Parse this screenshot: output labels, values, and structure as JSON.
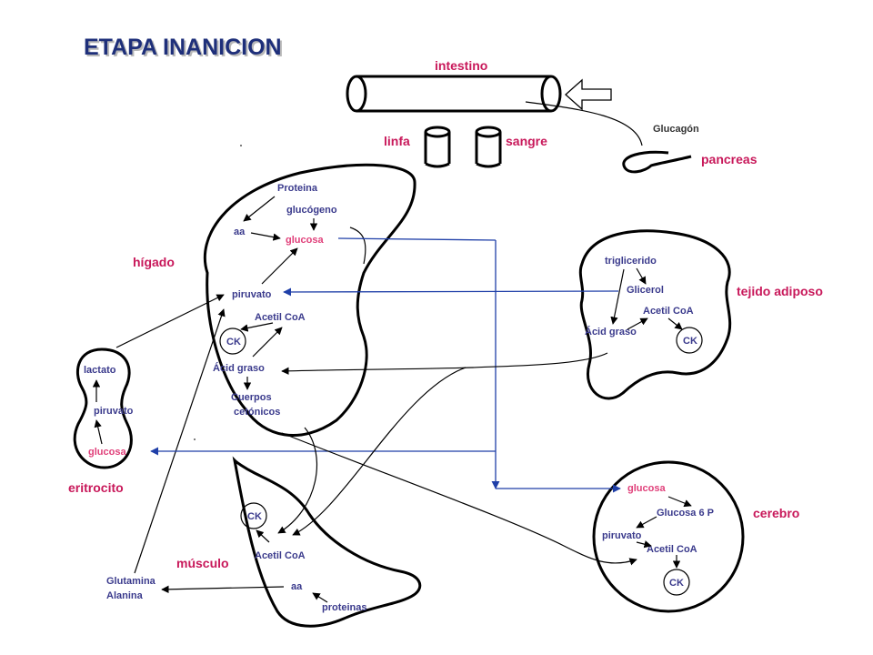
{
  "title": "ETAPA INANICION",
  "organs": {
    "intestino": "intestino",
    "linfa": "linfa",
    "sangre": "sangre",
    "pancreas": "pancreas",
    "higado": "hígado",
    "tejido_adiposo": "tejido adiposo",
    "eritrocito": "eritrocito",
    "musculo": "músculo",
    "cerebro": "cerebro"
  },
  "glucagon": "Glucagón",
  "liver": {
    "proteina": "Proteina",
    "glucogeno": "glucógeno",
    "aa": "aa",
    "glucosa": "glucosa",
    "piruvato": "piruvato",
    "acetil_coa": "Acetil CoA",
    "ck": "CK",
    "acid_graso": "Ácid graso",
    "cuerpos": "Cuerpos",
    "cetonicos": "cetónicos"
  },
  "adipose": {
    "trigliceridos": "triglicerido",
    "glicerol": "Glicerol",
    "acetil_coa": "Acetil CoA",
    "acid_graso": "Ácid graso",
    "ck": "CK"
  },
  "erythrocyte": {
    "lactato": "lactato",
    "piruvato": "piruvato",
    "glucosa": "glucosa"
  },
  "muscle": {
    "ck": "CK",
    "acetil_coa": "Acetil CoA",
    "aa": "aa",
    "proteinas": "proteinas",
    "glutamina": "Glutamina",
    "alanina": "Alanina"
  },
  "brain": {
    "glucosa": "glucosa",
    "glucosa6p": "Glucosa 6 P",
    "piruvato": "piruvato",
    "acetil_coa": "Acetil CoA",
    "ck": "CK"
  },
  "colors": {
    "title": "#1e2f7a",
    "organ_label": "#c8185a",
    "metabolite": "#3a3a8c",
    "glucose": "#e0407a",
    "blood_flow": "#1f3fa8"
  }
}
